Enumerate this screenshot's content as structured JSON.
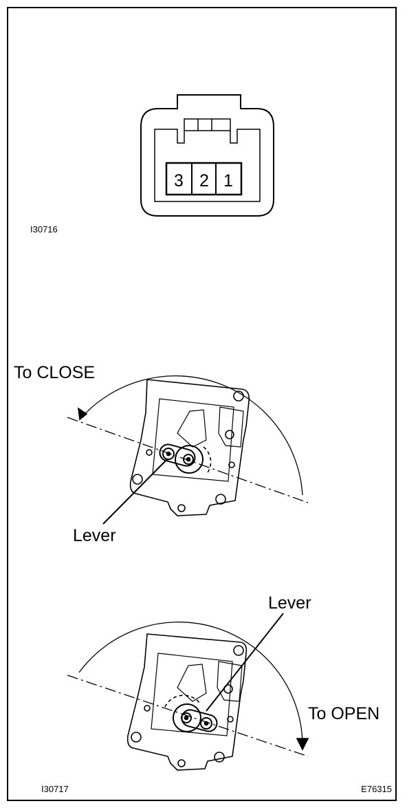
{
  "connector": {
    "pins": [
      "3",
      "2",
      "1"
    ],
    "figure_code": "I30716"
  },
  "close_view": {
    "direction_label": "To CLOSE",
    "lever_label": "Lever"
  },
  "open_view": {
    "direction_label": "To OPEN",
    "lever_label": "Lever",
    "figure_code": "I30717"
  },
  "footer": {
    "reference_code": "E76315"
  },
  "colors": {
    "ink": "#000000",
    "paper": "#ffffff"
  }
}
